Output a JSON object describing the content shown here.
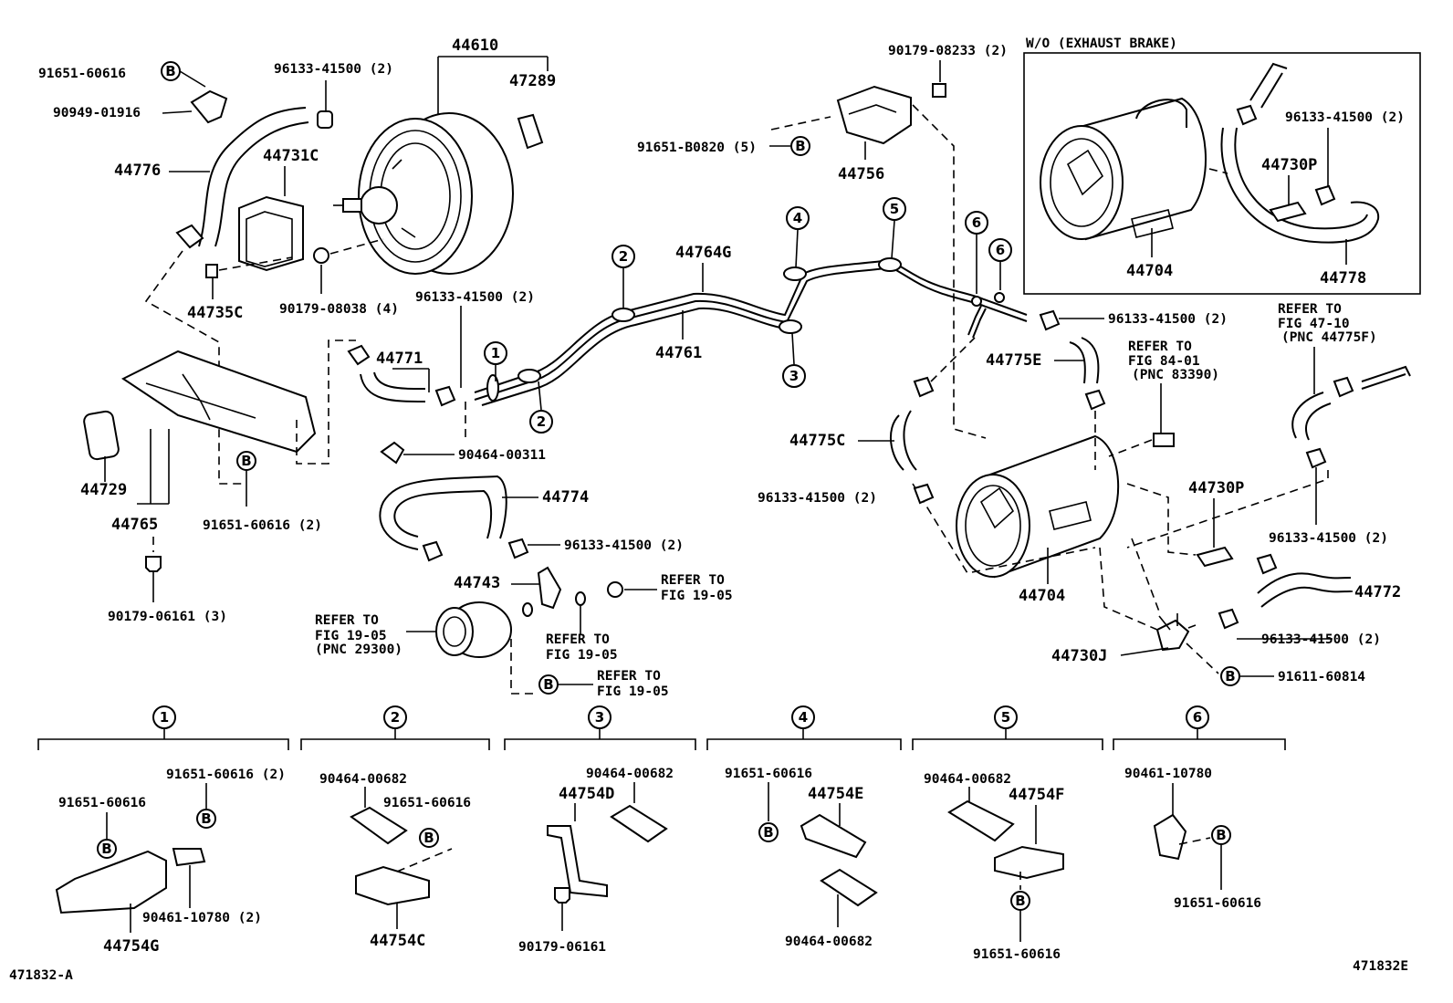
{
  "diagram": {
    "booster_group": {
      "main_part": "44610",
      "sub_part": "47289",
      "washer_clip_top": "91651-60616",
      "clip_top": "90949-01916",
      "hose_left": "44776",
      "bracket_box": "44731C",
      "nut_small": "44735C",
      "nut_booster": "90179-08038 (4)",
      "clip_booster": "96133-41500 (2)"
    },
    "bracket_group": {
      "plate": "44729",
      "bracket": "44765",
      "bolt": "91651-60616 (2)",
      "nut": "90179-06161 (3)"
    },
    "hose_group": {
      "hose_upper": "44771",
      "clip_upper": "96133-41500 (2)",
      "clip_small": "90464-00311",
      "hose_lower": "44774",
      "clip_lower": "96133-41500 (2)",
      "union": "44743",
      "refer_pump_1": "REFER TO",
      "refer_pump_2": "FIG 19-05",
      "refer_pump_3": "(PNC 29300)",
      "refer_a_1": "REFER TO",
      "refer_a_2": "FIG 19-05",
      "refer_b_1": "REFER TO",
      "refer_b_2": "FIG 19-05",
      "refer_c_1": "REFER TO",
      "refer_c_2": "FIG 19-05"
    },
    "pipe_group": {
      "pipe_a": "44764G",
      "pipe_b": "44761",
      "callouts": [
        "1",
        "2",
        "2",
        "3",
        "4",
        "5",
        "6",
        "6"
      ]
    },
    "tank_group": {
      "nut_top": "90179-08233 (2)",
      "bolt_top": "91651-B0820 (5)",
      "bracket_top": "44756",
      "clip_r": "96133-41500 (2)",
      "hose_e": "44775E",
      "hose_c": "44775C",
      "clip_c": "96133-41500 (2)",
      "tank": "44704",
      "refer_sw_1": "REFER TO",
      "refer_sw_2": "FIG 84-01",
      "refer_sw_3": "(PNC 83390)",
      "refer_f_1": "REFER TO",
      "refer_f_2": "FIG 47-10",
      "refer_f_3": "(PNC 44775F)",
      "valve_p": "44730P",
      "clip_rr": "96133-41500 (2)",
      "hose_772": "44772",
      "clip_772": "96133-41500 (2)",
      "valve_j": "44730J",
      "bolt_j": "91611-60814"
    },
    "inset": {
      "title": "W/O (EXHAUST BRAKE)",
      "clip": "96133-41500 (2)",
      "valve": "44730P",
      "tank": "44704",
      "hose": "44778"
    },
    "detail_panels": [
      {
        "num": "1",
        "parts": [
          "91651-60616 (2)",
          "91651-60616",
          "90461-10780 (2)",
          "44754G"
        ]
      },
      {
        "num": "2",
        "parts": [
          "90464-00682",
          "91651-60616",
          "44754C"
        ]
      },
      {
        "num": "3",
        "parts": [
          "90464-00682",
          "44754D",
          "90179-06161"
        ]
      },
      {
        "num": "4",
        "parts": [
          "91651-60616",
          "44754E",
          "90464-00682"
        ]
      },
      {
        "num": "5",
        "parts": [
          "90464-00682",
          "44754F",
          "91651-60616"
        ]
      },
      {
        "num": "6",
        "parts": [
          "90461-10780",
          "91651-60616"
        ]
      }
    ],
    "washer_symbol": "B",
    "footer_left": "471832-A",
    "footer_right": "471832E"
  }
}
